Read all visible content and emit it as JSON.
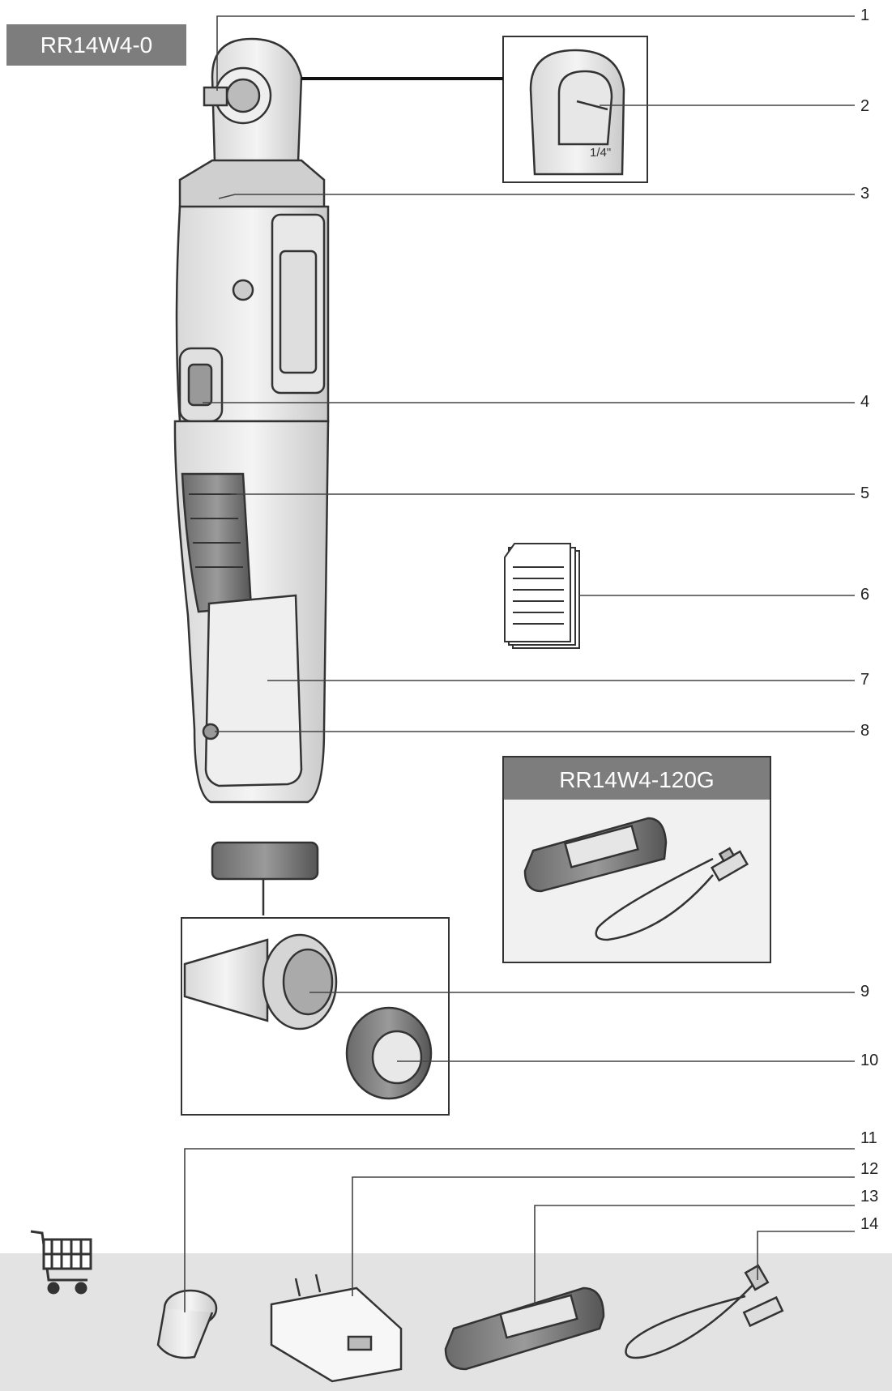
{
  "model_main": "RR14W4-0",
  "model_kit": "RR14W4-120G",
  "socket_size_label": "1/4\"",
  "callouts": [
    "1",
    "2",
    "3",
    "4",
    "5",
    "6",
    "7",
    "8",
    "9",
    "10",
    "11",
    "12",
    "13",
    "14"
  ],
  "icons": {
    "accessories": "shopping-cart-icon"
  },
  "colors": {
    "label_bg": "#7d7d7d",
    "label_text": "#ffffff",
    "line": "#333333",
    "accessory_band": "#e3e3e3"
  }
}
